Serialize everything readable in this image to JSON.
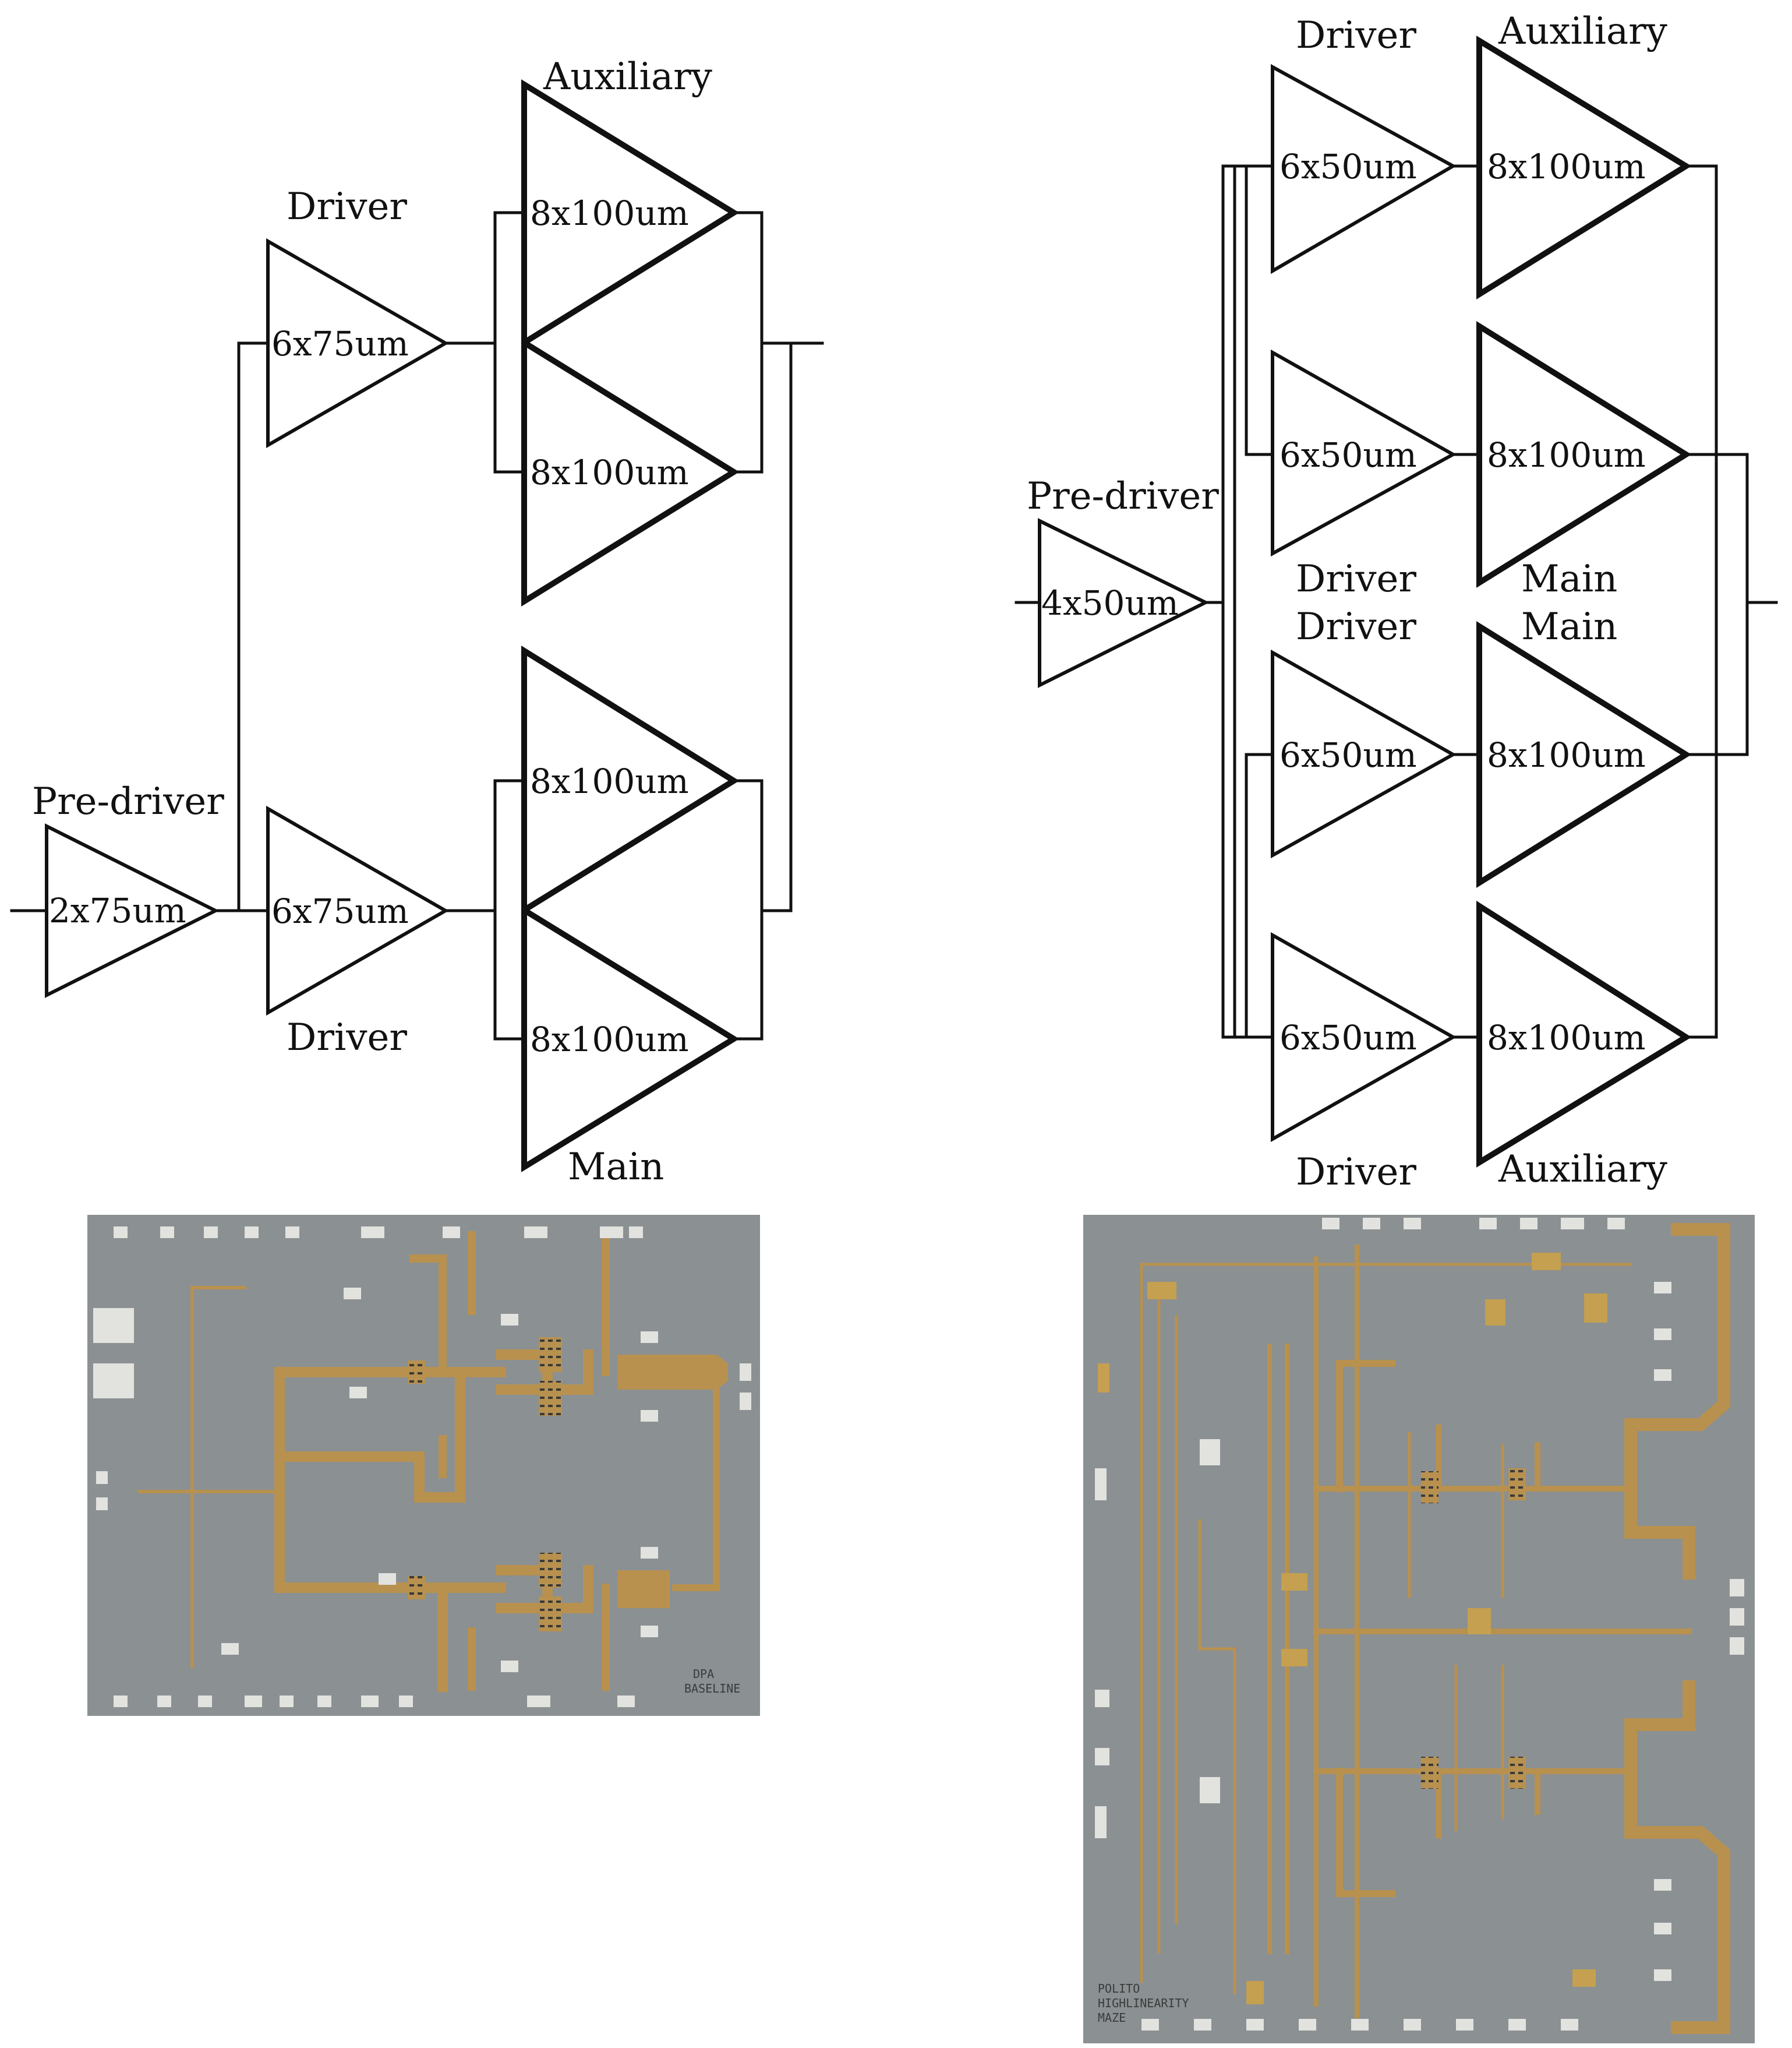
{
  "left_schematic": {
    "predriver": {
      "role": "Pre-driver",
      "size": "2x75um"
    },
    "driver_top": {
      "role": "Driver",
      "size": "6x75um"
    },
    "driver_bottom": {
      "role": "Driver",
      "size": "6x75um"
    },
    "auxiliary": {
      "role": "Auxiliary",
      "sizes": [
        "8x100um",
        "8x100um"
      ]
    },
    "main": {
      "role": "Main",
      "sizes": [
        "8x100um",
        "8x100um"
      ]
    }
  },
  "right_schematic": {
    "predriver": {
      "role": "Pre-driver",
      "size": "4x50um"
    },
    "drivers": [
      {
        "role": "Driver",
        "size": "6x50um"
      },
      {
        "role": "Driver",
        "size": "6x50um"
      },
      {
        "role": "Driver",
        "size": "6x50um"
      },
      {
        "role": "Driver",
        "size": "6x50um"
      }
    ],
    "finals": [
      {
        "role": "Auxiliary",
        "size": "8x100um"
      },
      {
        "role": "Main",
        "size": "8x100um"
      },
      {
        "role": "Main",
        "size": "8x100um"
      },
      {
        "role": "Auxiliary",
        "size": "8x100um"
      }
    ]
  },
  "left_die": {
    "label_lines": [
      "DPA",
      "BASELINE"
    ]
  },
  "right_die": {
    "label_lines": [
      "POLITO",
      "HIGHLINEARITY",
      "MAZE"
    ]
  },
  "colors": {
    "ink": "#111111",
    "die_gray": "#8b9092",
    "gold_trace": "#b8914f",
    "pad": "#e2e2df"
  }
}
